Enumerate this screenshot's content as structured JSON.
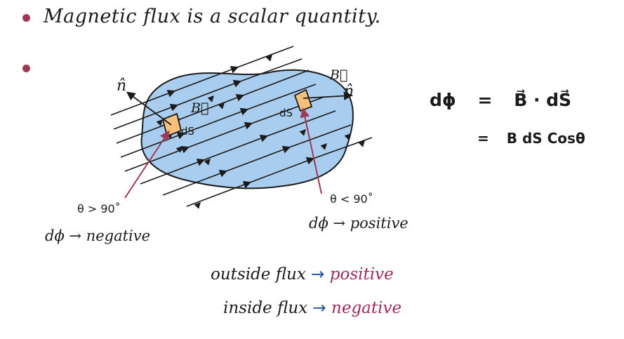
{
  "heading": "Magnetic flux is a scalar quantity.",
  "diagram": {
    "label_n_left": "n̂",
    "label_B_left": "B⃗",
    "label_ds_left": "dS",
    "label_B_right": "B⃗",
    "label_n_right": "n̂",
    "label_ds_right": "dS",
    "left_angle": "θ > 90˚",
    "left_result": "dϕ → negative",
    "right_angle": "θ < 90˚",
    "right_result": "dϕ → positive"
  },
  "equations": {
    "line1_lhs": "dϕ",
    "line1_eq": "=",
    "line1_rhs": "B⃗ · dS⃗",
    "line2_eq": "=",
    "line2_rhs": "B dS Cosθ"
  },
  "summary": {
    "outside_label": "outside flux",
    "outside_arrow": "→",
    "outside_value": "positive",
    "inside_label": "inside flux",
    "inside_arrow": "→",
    "inside_value": "negative"
  },
  "colors": {
    "surface_fill": "#a9cdee",
    "patch_fill": "#f6c07a",
    "pointer": "#9e3a55",
    "accent_text": "#a02a57",
    "arrow_blue": "#1f4fa0"
  }
}
